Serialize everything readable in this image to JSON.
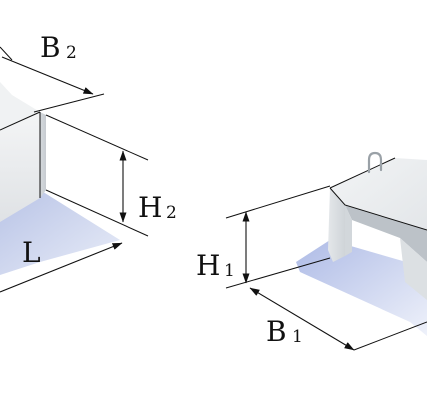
{
  "labels": {
    "b2": {
      "letter": "B",
      "sub": "2"
    },
    "h2": {
      "letter": "H",
      "sub": "2"
    },
    "l": {
      "letter": "L"
    },
    "h1": {
      "letter": "H",
      "sub": "1"
    },
    "b1": {
      "letter": "B",
      "sub": "1"
    }
  },
  "colors": {
    "concrete_light": "#eef0f2",
    "concrete_mid": "#dde1e4",
    "concrete_dark": "#c9ced2",
    "shadow": "#c4cde8",
    "line": "#111111"
  }
}
